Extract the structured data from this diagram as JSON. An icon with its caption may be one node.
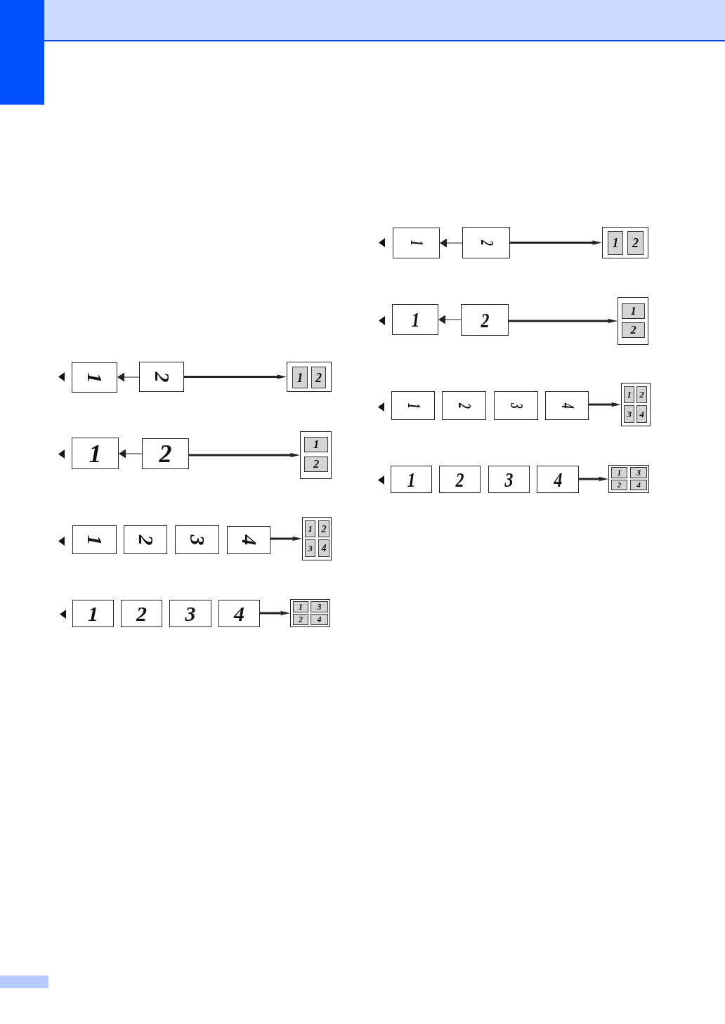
{
  "diagram": {
    "nodes": [
      {
        "text": [
          "1"
        ]
      },
      {
        "text": [
          "2"
        ]
      },
      {
        "text": [],
        "shape": "box"
      },
      {
        "text": [
          "1"
        ],
        "in": 2
      },
      {
        "text": [
          "2"
        ],
        "in": 2
      },
      {
        "text": [
          "1"
        ]
      },
      {
        "text": [
          "2"
        ]
      },
      {
        "text": [],
        "shape": "box"
      },
      {
        "text": [
          "1"
        ],
        "in": 7
      },
      {
        "text": [
          "2"
        ],
        "in": 7
      },
      {
        "text": [
          "1"
        ]
      },
      {
        "text": [
          "2"
        ]
      },
      {
        "text": [
          "3"
        ]
      },
      {
        "text": [
          "4"
        ]
      },
      {
        "text": [],
        "shape": "box"
      },
      {
        "text": [
          "1"
        ],
        "in": 14
      },
      {
        "text": [
          "2"
        ],
        "in": 14
      },
      {
        "text": [
          "3"
        ],
        "in": 14
      },
      {
        "text": [
          "4"
        ],
        "in": 14
      },
      {
        "text": [
          "1"
        ]
      },
      {
        "text": [
          "2"
        ]
      },
      {
        "text": [
          "3"
        ]
      },
      {
        "text": [
          "4"
        ]
      },
      {
        "text": [],
        "shape": "box"
      },
      {
        "text": [
          "1"
        ],
        "in": 23
      },
      {
        "text": [
          "3"
        ],
        "in": 23
      },
      {
        "text": [
          "2"
        ],
        "in": 23
      },
      {
        "text": [
          "4"
        ],
        "in": 23
      },
      {
        "text": [
          "1"
        ]
      },
      {
        "text": [
          "2"
        ]
      },
      {
        "text": [],
        "shape": "box"
      },
      {
        "text": [
          "1"
        ],
        "in": 30
      },
      {
        "text": [
          "2"
        ],
        "in": 30
      },
      {
        "text": [
          "1"
        ]
      },
      {
        "text": [
          "2"
        ]
      },
      {
        "text": [],
        "shape": "box"
      },
      {
        "text": [
          "1"
        ],
        "in": 35
      },
      {
        "text": [
          "2"
        ],
        "in": 35
      },
      {
        "text": [
          "1"
        ]
      },
      {
        "text": [
          "2"
        ]
      },
      {
        "text": [
          "3"
        ]
      },
      {
        "text": [
          "4"
        ]
      },
      {
        "text": [],
        "shape": "box"
      },
      {
        "text": [
          "1"
        ],
        "in": 42
      },
      {
        "text": [
          "2"
        ],
        "in": 42
      },
      {
        "text": [
          "3"
        ],
        "in": 42
      },
      {
        "text": [
          "4"
        ],
        "in": 42
      },
      {
        "text": [
          "1"
        ]
      },
      {
        "text": [
          "2"
        ]
      },
      {
        "text": [
          "3"
        ]
      },
      {
        "text": [
          "4"
        ]
      },
      {
        "text": [],
        "shape": "box"
      },
      {
        "text": [
          "1"
        ],
        "in": 51
      },
      {
        "text": [
          "3"
        ],
        "in": 51
      },
      {
        "text": [
          "2"
        ],
        "in": 51
      },
      {
        "text": [
          "4"
        ],
        "in": 51
      }
    ],
    "edges": [
      {
        "from": 1,
        "to": 0,
        "arrow": "to"
      },
      {
        "from": 1,
        "to": 2,
        "arrow": "to"
      },
      {
        "from": 6,
        "to": 5,
        "arrow": "to"
      },
      {
        "from": 6,
        "to": 7,
        "arrow": "to"
      },
      {
        "from": 13,
        "to": 14,
        "arrow": "to"
      },
      {
        "from": 22,
        "to": 23,
        "arrow": "to"
      },
      {
        "from": 29,
        "to": 28,
        "arrow": "to"
      },
      {
        "from": 29,
        "to": 30,
        "arrow": "to"
      },
      {
        "from": 34,
        "to": 33,
        "arrow": "to"
      },
      {
        "from": 34,
        "to": 35,
        "arrow": "to"
      },
      {
        "from": 41,
        "to": 42,
        "arrow": "to"
      },
      {
        "from": 50,
        "to": 51,
        "arrow": "to"
      }
    ]
  }
}
